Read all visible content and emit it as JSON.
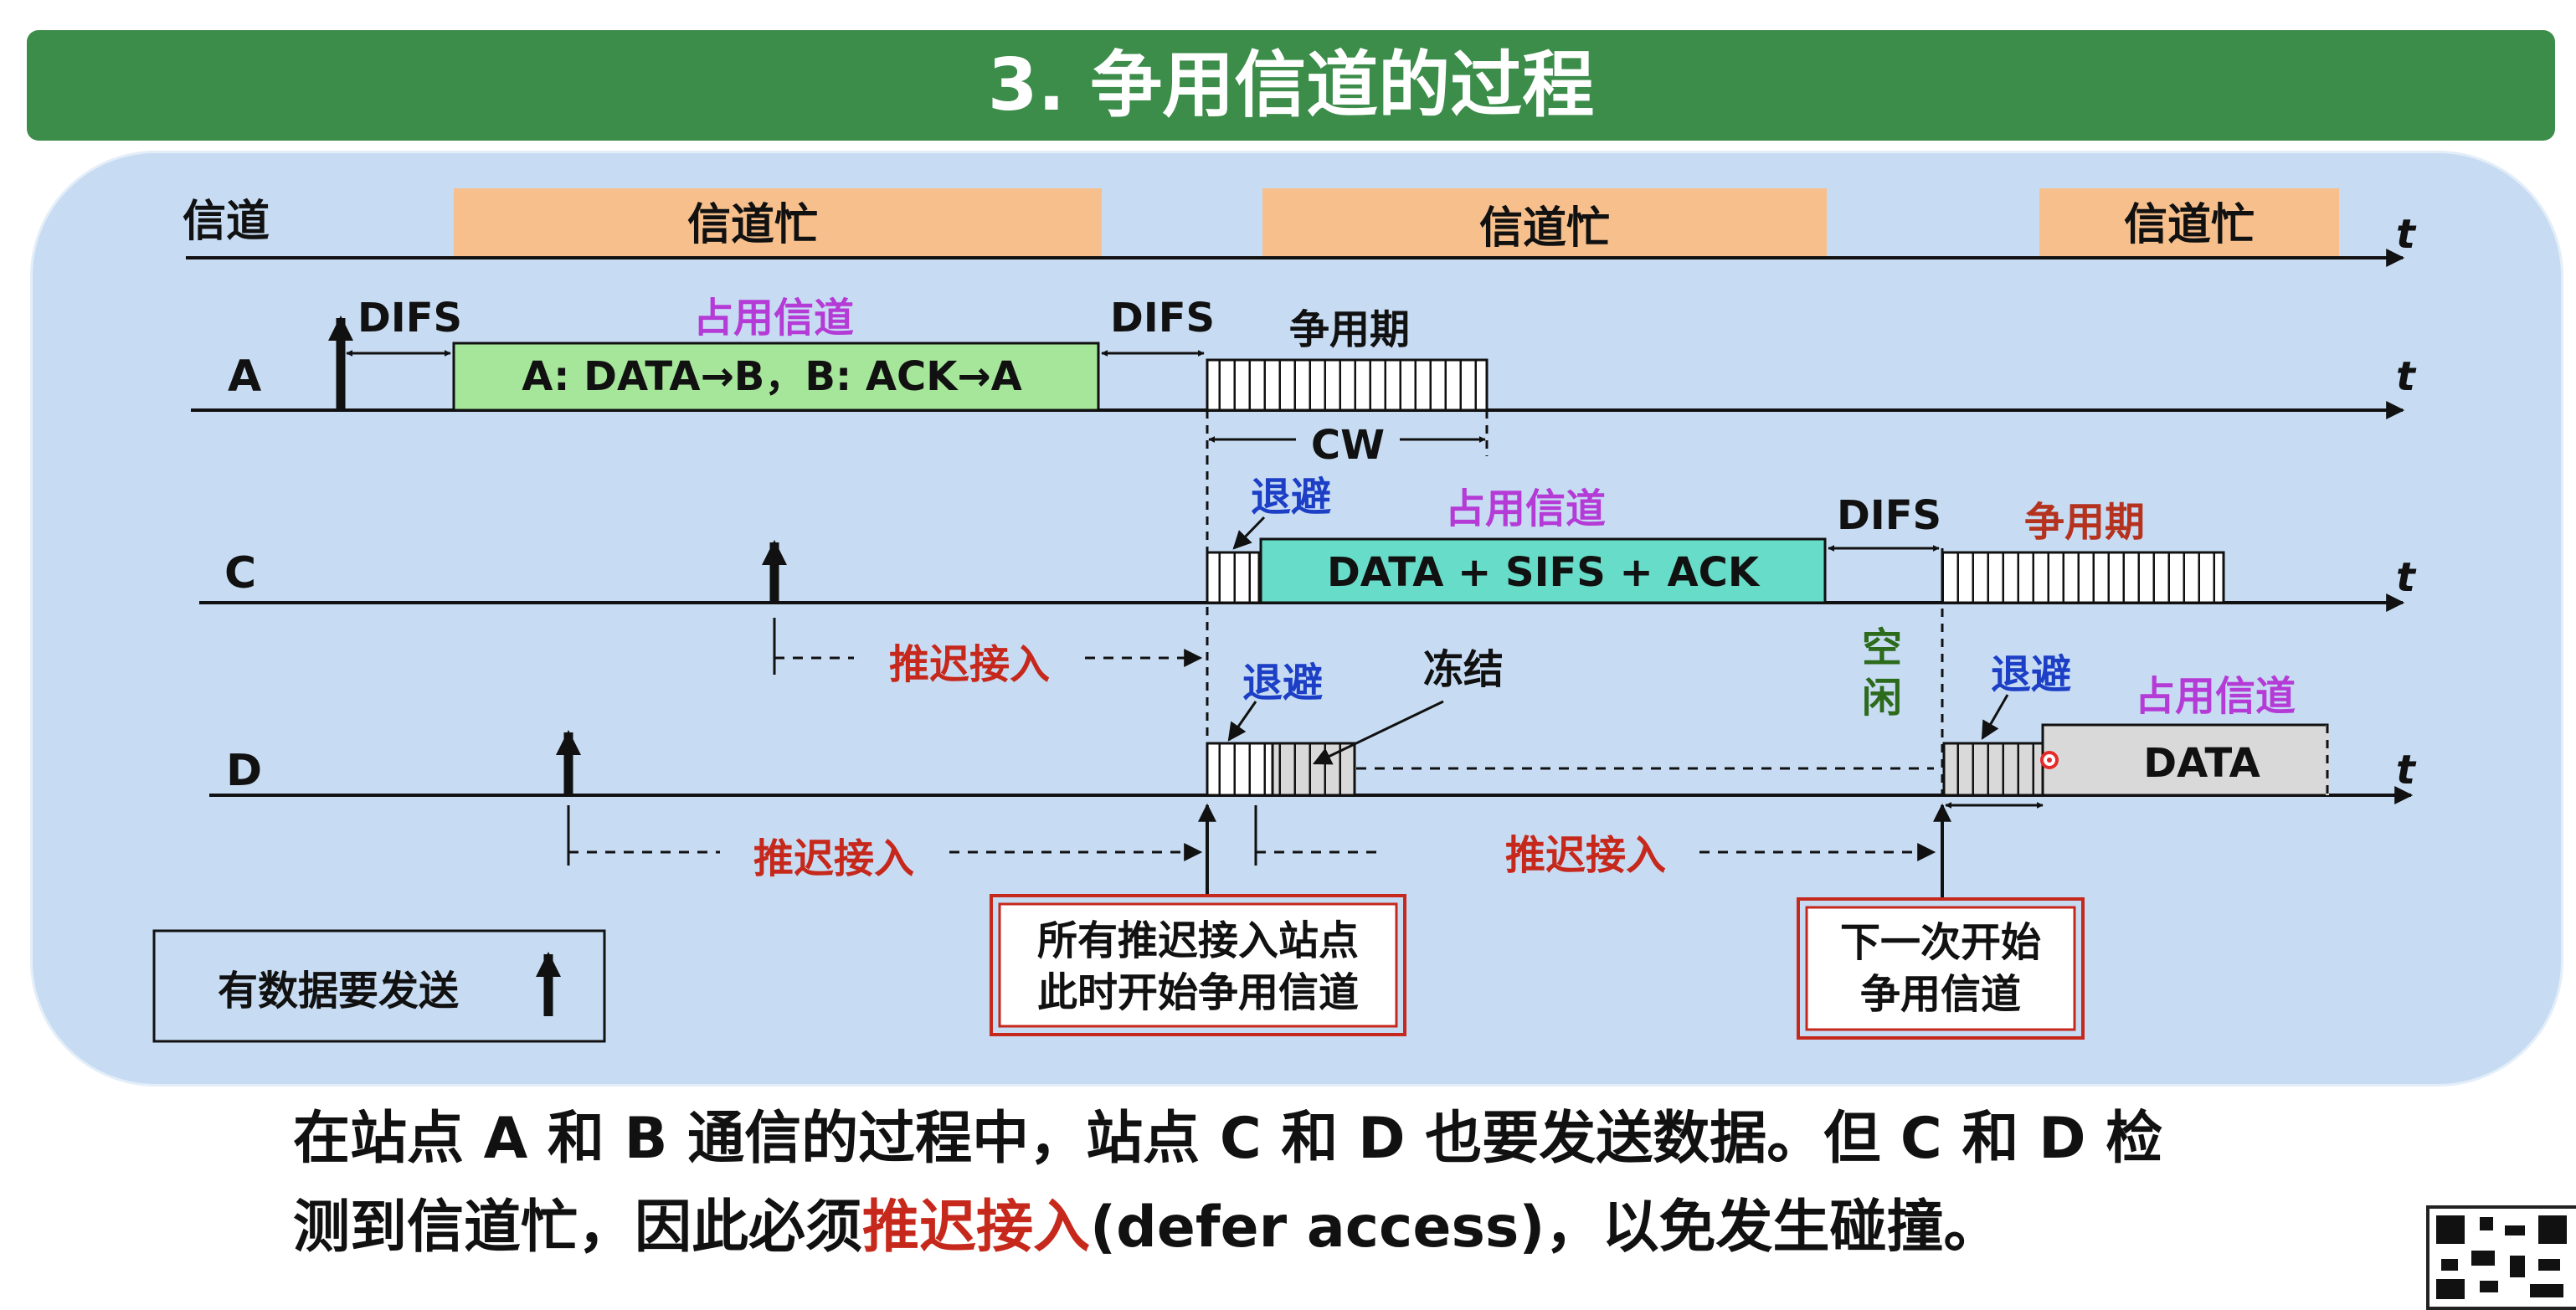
{
  "title": "3. 争用信道的过程",
  "rows": {
    "channel": "信道",
    "a": "A",
    "c": "C",
    "d": "D",
    "t": "t"
  },
  "channel_busy": [
    "信道忙",
    "信道忙",
    "信道忙"
  ],
  "labels": {
    "difs": "DIFS",
    "occupy": "占用信道",
    "contention": "争用期",
    "cw": "CW",
    "backoff": "退避",
    "freeze": "冻结",
    "defer": "推迟接入",
    "idle_1": "空",
    "idle_2": "闲"
  },
  "frames": {
    "a_frame": "A: DATA→B，B: ACK→A",
    "c_frame": "DATA  + SIFS + ACK",
    "d_frame": "DATA"
  },
  "legend": "有数据要发送",
  "callouts": {
    "all_line1": "所有推迟接入站点",
    "all_line2": "此时开始争用信道",
    "next_line1": "下一次开始",
    "next_line2": "争用信道"
  },
  "caption": {
    "line1": "在站点 A 和 B 通信的过程中，站点 C 和 D 也要发送数据。但 C 和 D 检",
    "line2_a": "测到信道忙，因此必须",
    "line2_highlight": "推迟接入",
    "line2_b": "(defer access)，以免发生碰撞。"
  },
  "colors": {
    "title_bg": "#3c8c4a",
    "busy": "#f6bf8c",
    "a_frame": "#a6e69a",
    "c_frame": "#67dcc8",
    "d_frame": "#d9d9d9",
    "accent_red": "#c6281c",
    "purple": "#b53bd6",
    "blue": "#1c3fc6",
    "green_text": "#2c6a1c"
  }
}
